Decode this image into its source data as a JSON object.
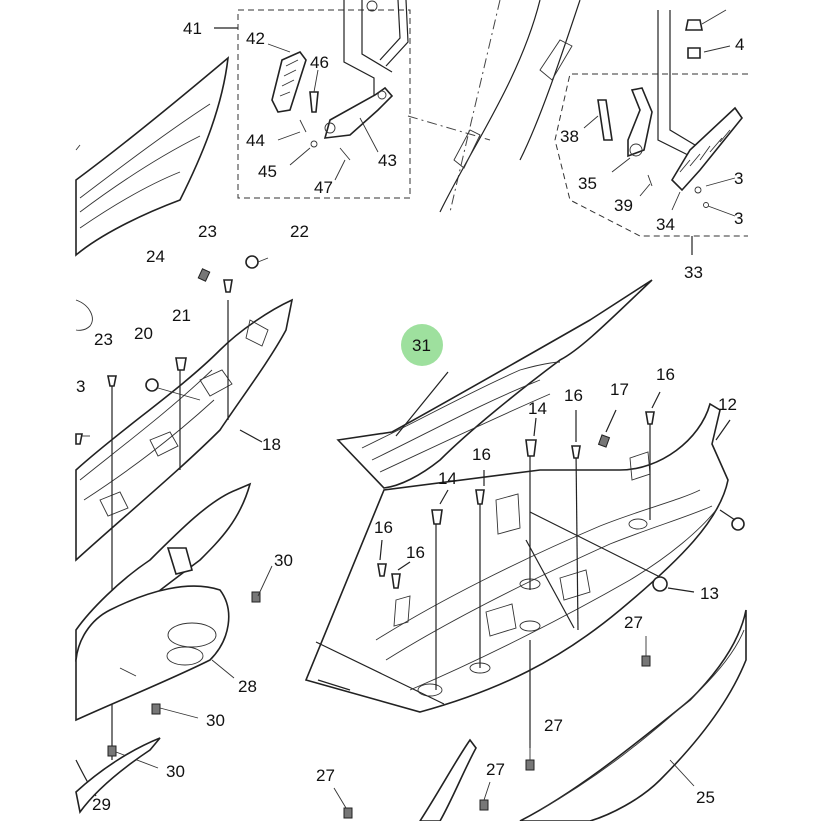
{
  "colors": {
    "highlight": "#7ed67e",
    "line": "#222222",
    "background": "#ffffff"
  },
  "callouts": {
    "c41": "41",
    "c42": "42",
    "c46": "46",
    "c44": "44",
    "c45": "45",
    "c43": "43",
    "c47": "47",
    "c4_edge": "4",
    "c38": "38",
    "c35": "35",
    "c39": "39",
    "c34": "34",
    "c3a_edge": "3",
    "c3b_edge": "3",
    "c33": "33",
    "c23a": "23",
    "c22": "22",
    "c24": "24",
    "c21": "21",
    "c20": "20",
    "c23b": "23",
    "c3_left": "3",
    "c18": "18",
    "c31": "31",
    "c14a": "14",
    "c16a": "16",
    "c17": "17",
    "c16b": "16",
    "c12": "12",
    "c16c": "16",
    "c14b": "14",
    "c16d": "16",
    "c16e": "16",
    "c13": "13",
    "c30a": "30",
    "c28": "28",
    "c30b": "30",
    "c30c": "30",
    "c29": "29",
    "c27a": "27",
    "c27b": "27",
    "c27c": "27",
    "c27d": "27",
    "c25": "25"
  }
}
